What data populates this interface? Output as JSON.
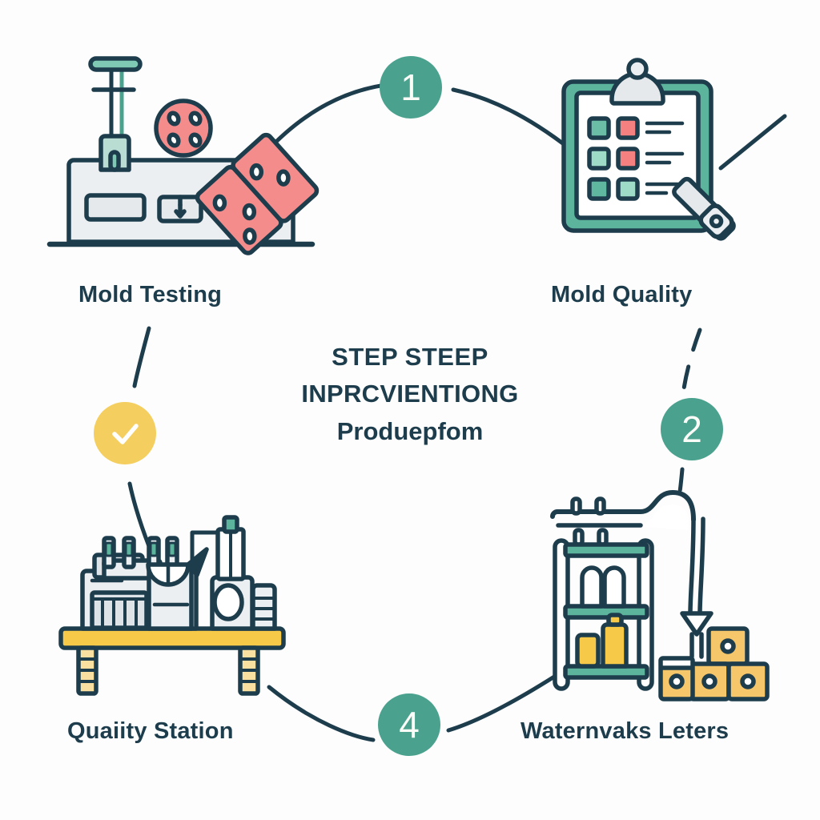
{
  "diagram": {
    "type": "cyclical-process-diagram",
    "background_color": "#fdfdfd",
    "center": {
      "line1": "STEP STEEP",
      "line2": "INPRCVIENTIONG",
      "line3": "Produepfom",
      "text_color": "#1d3d4d"
    },
    "nodes": [
      {
        "id": "mold-testing",
        "label": "Mold Testing",
        "position": "top-left",
        "icon": "mold-testing-machine-icon"
      },
      {
        "id": "mold-quality",
        "label": "Mold Quality",
        "position": "top-right",
        "icon": "clipboard-checklist-icon"
      },
      {
        "id": "waternvaks-leters",
        "label": "Waternvaks Leters",
        "position": "bottom-right",
        "icon": "shelving-cart-icon"
      },
      {
        "id": "quality-station",
        "label": "Quaiity Station",
        "position": "bottom-left",
        "icon": "lab-workstation-icon"
      }
    ],
    "markers": [
      {
        "id": "step-1",
        "value": "1",
        "color": "#4aa28e",
        "shape": "circle",
        "position": "top-center"
      },
      {
        "id": "step-2",
        "value": "2",
        "color": "#4aa28e",
        "shape": "circle",
        "position": "right-center"
      },
      {
        "id": "step-4",
        "value": "4",
        "color": "#4aa28e",
        "shape": "circle",
        "position": "bottom-center"
      },
      {
        "id": "step-check",
        "value": "✓",
        "color": "#f4ce5e",
        "shape": "circle",
        "position": "left-center",
        "icon": "check-icon"
      }
    ],
    "connectors": [
      {
        "id": "connector-top",
        "style": "solid",
        "from": "mold-testing",
        "to": "mold-quality"
      },
      {
        "id": "connector-right",
        "style": "dashed",
        "from": "mold-quality",
        "to": "waternvaks-leters"
      },
      {
        "id": "connector-bottom",
        "style": "solid",
        "from": "waternvaks-leters",
        "to": "quality-station"
      },
      {
        "id": "connector-left",
        "style": "solid",
        "from": "quality-station",
        "to": "mold-testing"
      }
    ],
    "palette": {
      "outline": "#1d3d4d",
      "teal": "#4aa28e",
      "teal_light": "#8fd3bf",
      "coral": "#f48c8c",
      "yellow": "#f7c948",
      "yellow_light": "#fae0a0",
      "gray_light": "#eceff1",
      "gray_mid": "#d6dcdf",
      "white": "#ffffff"
    }
  }
}
